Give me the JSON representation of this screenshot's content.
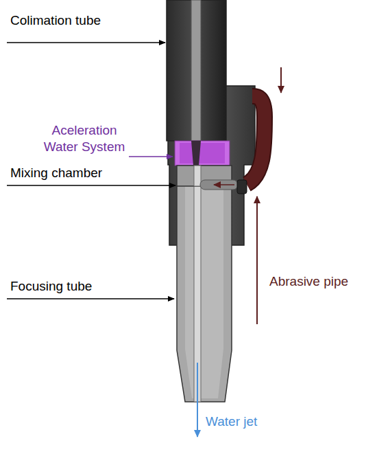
{
  "diagram": {
    "labels": [
      "Colimation tube",
      "Aceleration Water System",
      "Mixing chamber",
      "Focusing tube",
      "Abrasive pipe",
      "Water jet"
    ]
  }
}
